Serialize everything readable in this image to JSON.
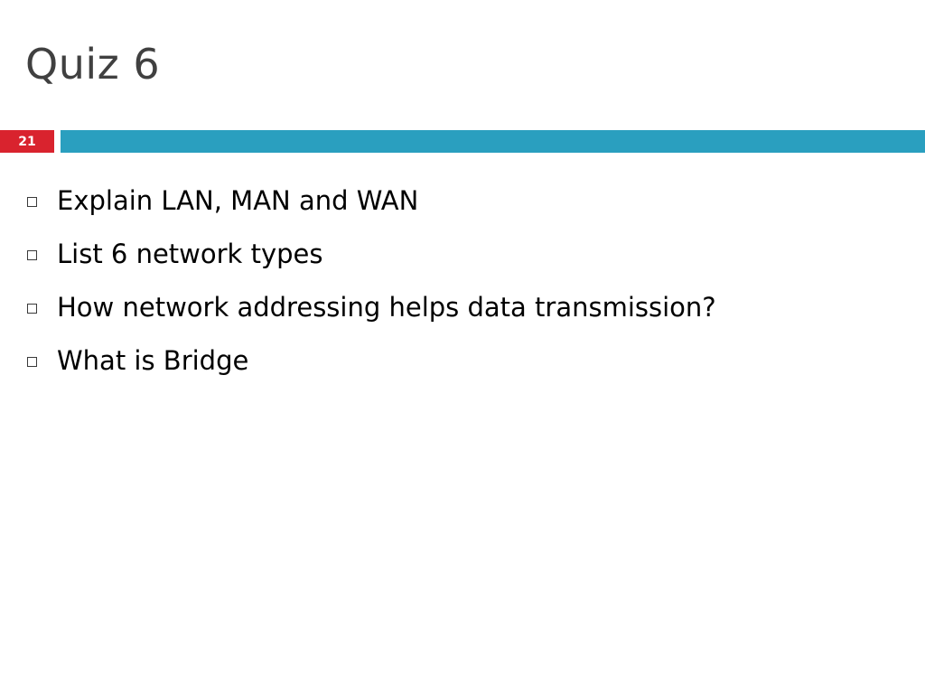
{
  "slide": {
    "title": "Quiz 6",
    "number": "21",
    "bullets": [
      "Explain LAN, MAN and WAN",
      "List 6 network types",
      "How network addressing helps data transmission?",
      "What is Bridge"
    ]
  },
  "colors": {
    "number_box": "#d9232e",
    "accent_bar": "#2a9fbf",
    "title_text": "#404040",
    "body_text": "#000000"
  }
}
